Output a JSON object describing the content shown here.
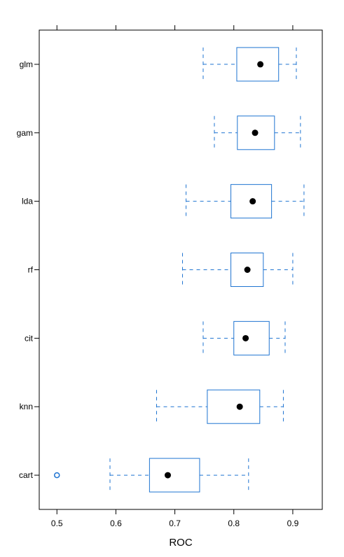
{
  "chart_data": {
    "type": "boxplot",
    "title": "",
    "xlabel": "ROC",
    "ylabel": "",
    "xlim": [
      0.47,
      0.95
    ],
    "x_ticks": [
      0.5,
      0.6,
      0.7,
      0.8,
      0.9
    ],
    "x_tick_labels": [
      "0.5",
      "0.6",
      "0.7",
      "0.8",
      "0.9"
    ],
    "categories": [
      "glm",
      "gam",
      "lda",
      "rf",
      "cit",
      "knn",
      "cart"
    ],
    "boxes": [
      {
        "label": "glm",
        "whisker_low": 0.748,
        "q1": 0.805,
        "median": 0.845,
        "q3": 0.876,
        "whisker_high": 0.906,
        "outliers": []
      },
      {
        "label": "gam",
        "whisker_low": 0.767,
        "q1": 0.806,
        "median": 0.836,
        "q3": 0.869,
        "whisker_high": 0.913,
        "outliers": []
      },
      {
        "label": "lda",
        "whisker_low": 0.719,
        "q1": 0.795,
        "median": 0.832,
        "q3": 0.864,
        "whisker_high": 0.919,
        "outliers": []
      },
      {
        "label": "rf",
        "whisker_low": 0.713,
        "q1": 0.795,
        "median": 0.823,
        "q3": 0.85,
        "whisker_high": 0.9,
        "outliers": []
      },
      {
        "label": "cit",
        "whisker_low": 0.748,
        "q1": 0.8,
        "median": 0.82,
        "q3": 0.86,
        "whisker_high": 0.887,
        "outliers": []
      },
      {
        "label": "knn",
        "whisker_low": 0.669,
        "q1": 0.755,
        "median": 0.81,
        "q3": 0.844,
        "whisker_high": 0.884,
        "outliers": []
      },
      {
        "label": "cart",
        "whisker_low": 0.59,
        "q1": 0.657,
        "median": 0.688,
        "q3": 0.742,
        "whisker_high": 0.825,
        "outliers": [
          0.5
        ]
      }
    ],
    "grid": false,
    "legend": "none",
    "colors": {
      "box": "#1f74d1",
      "median_dot": "#000000",
      "outlier": "#1f74d1",
      "frame": "#000000"
    }
  }
}
